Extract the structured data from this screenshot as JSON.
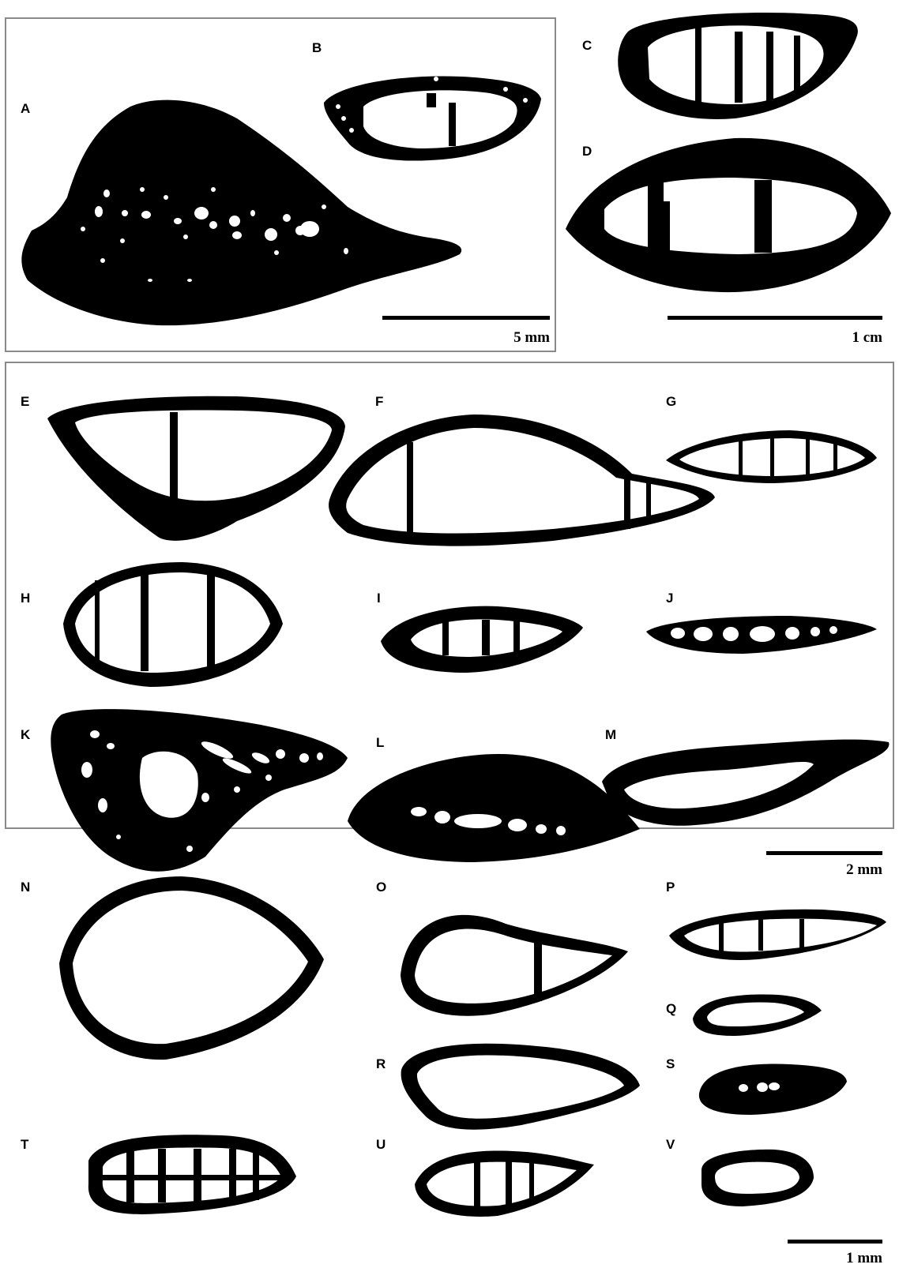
{
  "figure": {
    "panel_labels": {
      "A": "A",
      "B": "B",
      "C": "C",
      "D": "D",
      "E": "E",
      "F": "F",
      "G": "G",
      "H": "H",
      "I": "I",
      "J": "J",
      "K": "K",
      "L": "L",
      "M": "M",
      "N": "N",
      "O": "O",
      "P": "P",
      "Q": "Q",
      "R": "R",
      "S": "S",
      "T": "T",
      "U": "U",
      "V": "V"
    },
    "scale_bars": {
      "a": "5 mm",
      "b": "1 cm",
      "c": "2 mm",
      "d": "1 mm"
    },
    "colors": {
      "ink": "#000000",
      "paper": "#ffffff",
      "frame": "#8a8a8a"
    }
  }
}
